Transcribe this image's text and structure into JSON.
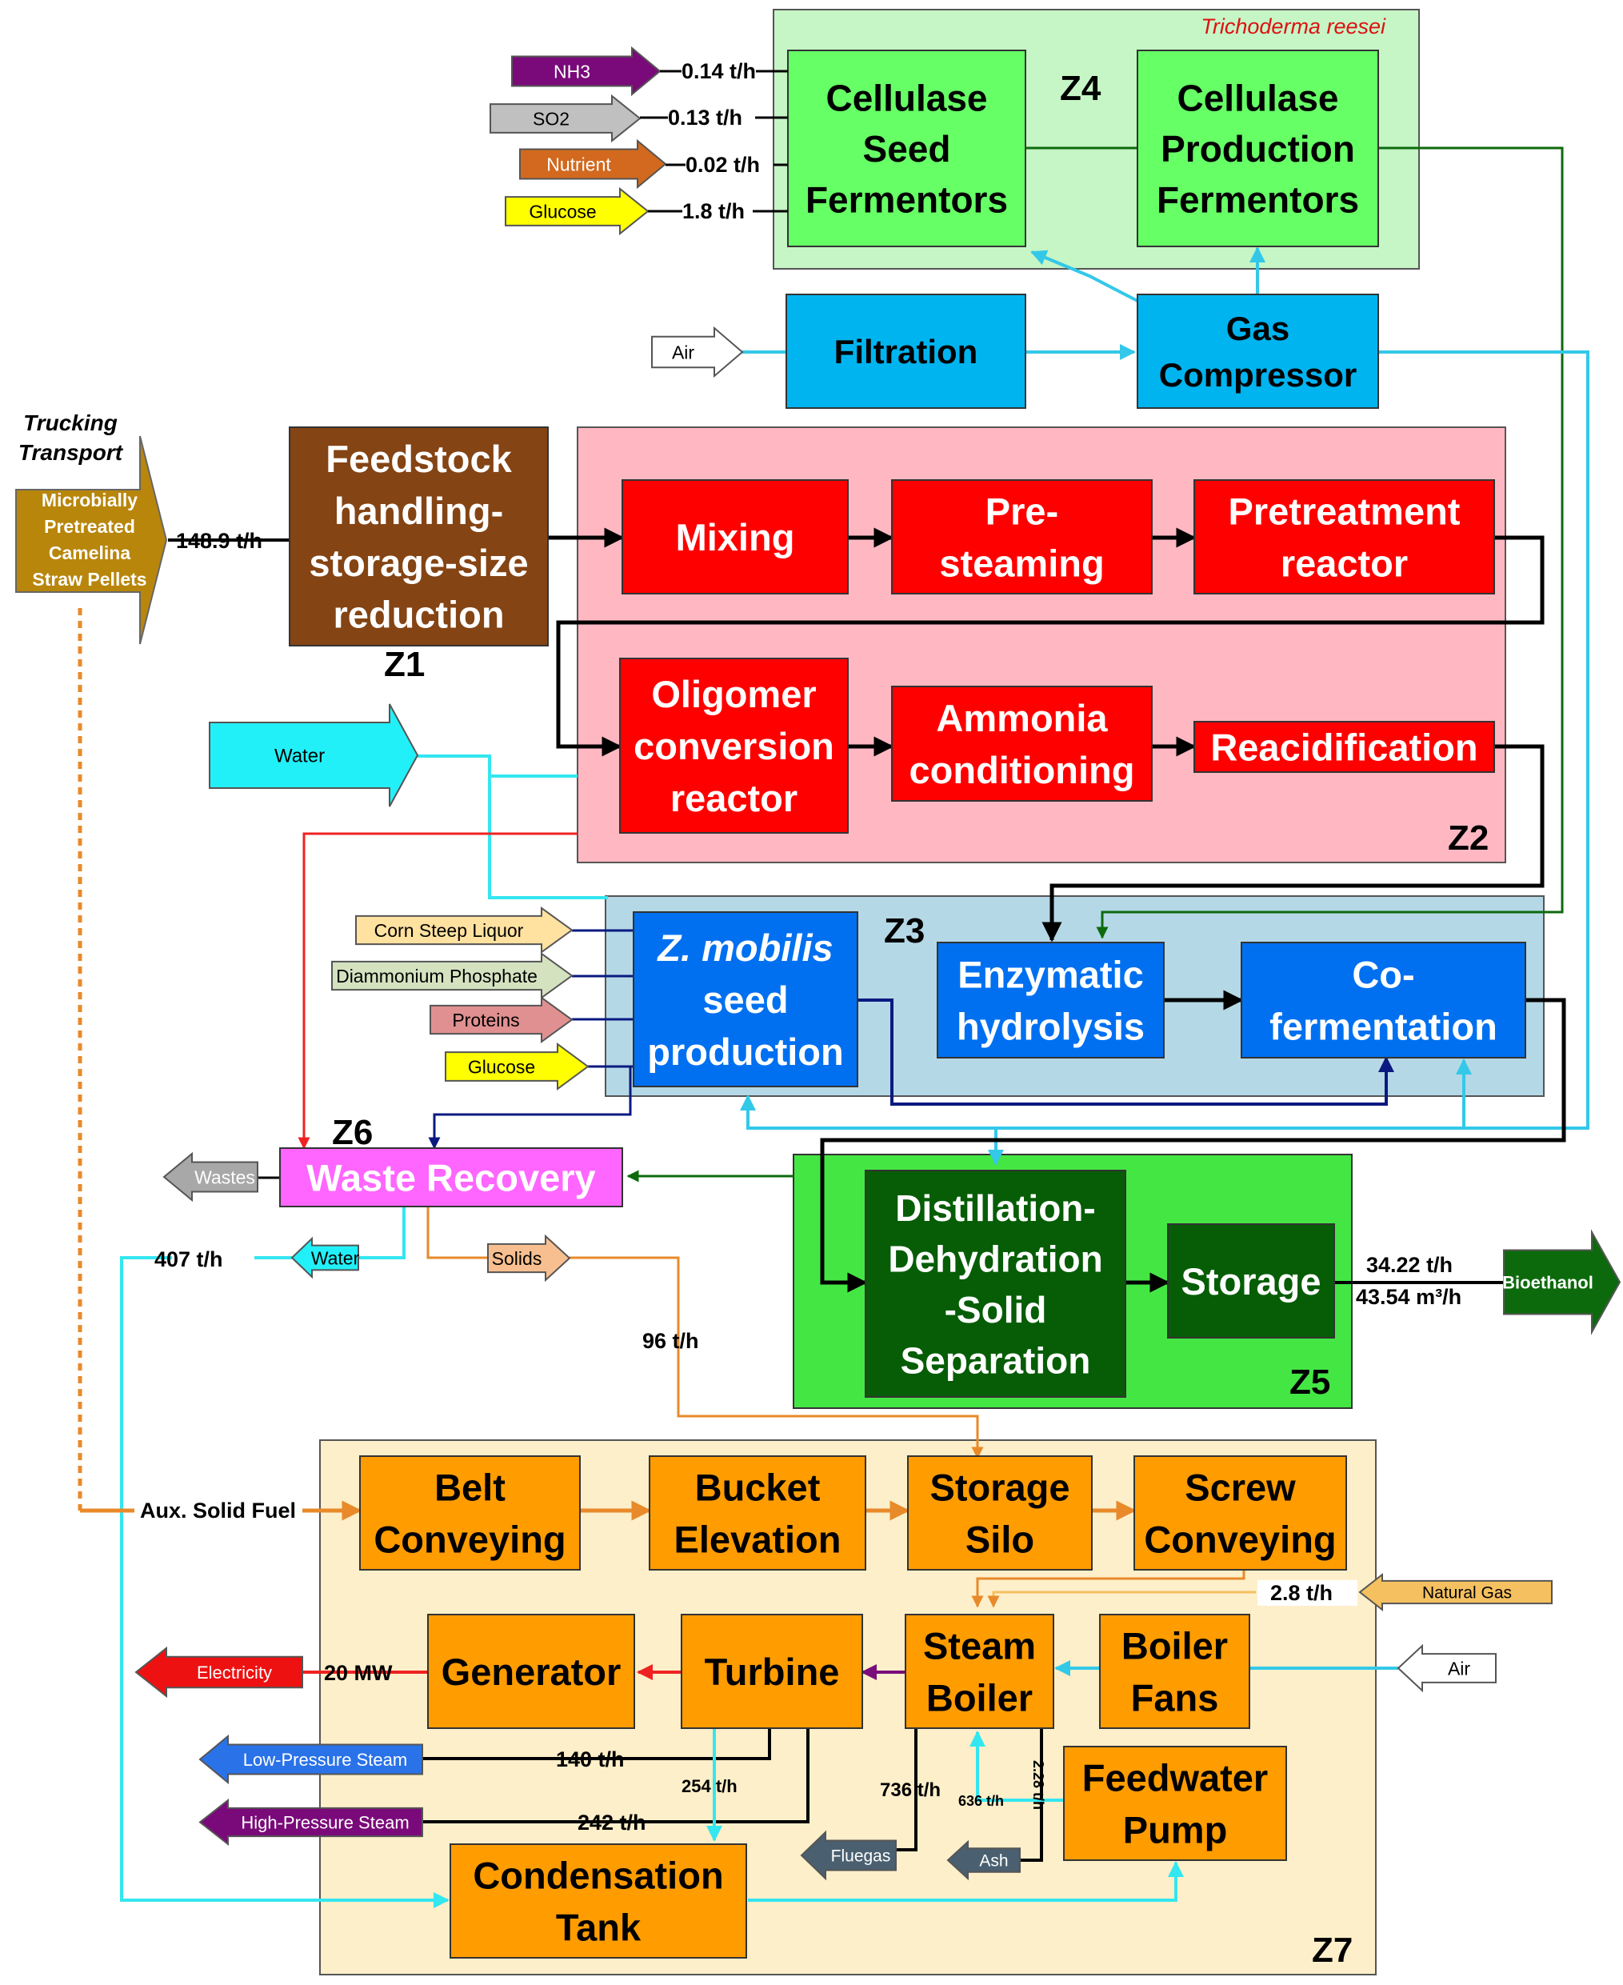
{
  "zones": {
    "z1": "Z1",
    "z2": "Z2",
    "z3": "Z3",
    "z4": "Z4",
    "z5": "Z5",
    "z6": "Z6",
    "z7": "Z7"
  },
  "organisms": {
    "z4": "Trichoderma reesei"
  },
  "boxes": {
    "cellulase_seed": [
      "Cellulase",
      "Seed",
      "Fermentors"
    ],
    "cellulase_prod": [
      "Cellulase",
      "Production",
      "Fermentors"
    ],
    "filtration": [
      "Filtration"
    ],
    "gas_compressor": [
      "Gas",
      "Compressor"
    ],
    "feedstock": [
      "Feedstock",
      "handling-",
      "storage-size",
      "reduction"
    ],
    "mixing": [
      "Mixing"
    ],
    "presteaming": [
      "Pre-",
      "steaming"
    ],
    "pretreatment": [
      "Pretreatment",
      "reactor"
    ],
    "oligomer": [
      "Oligomer",
      "conversion",
      "reactor"
    ],
    "ammonia": [
      "Ammonia",
      "conditioning"
    ],
    "reacidification": [
      "Reacidification"
    ],
    "zmobilis": [
      "Z. mobilis",
      "seed",
      "production"
    ],
    "enzymatic": [
      "Enzymatic",
      "hydrolysis"
    ],
    "cofermentation": [
      "Co-",
      "fermentation"
    ],
    "waste_recovery": [
      "Waste Recovery"
    ],
    "distillation": [
      "Distillation-",
      "Dehydration",
      "-Solid",
      "Separation"
    ],
    "storage": [
      "Storage"
    ],
    "belt": [
      "Belt",
      "Conveying"
    ],
    "bucket": [
      "Bucket",
      "Elevation"
    ],
    "silo": [
      "Storage",
      "Silo"
    ],
    "screw": [
      "Screw",
      "Conveying"
    ],
    "generator": [
      "Generator"
    ],
    "turbine": [
      "Turbine"
    ],
    "boiler": [
      "Steam",
      "Boiler"
    ],
    "fans": [
      "Boiler",
      "Fans"
    ],
    "feedwater": [
      "Feedwater",
      "Pump"
    ],
    "condensation": [
      "Condensation",
      "Tank"
    ]
  },
  "streams": {
    "nh3": "NH3",
    "so2": "SO2",
    "nutrient": "Nutrient",
    "glucose_z4": "Glucose",
    "air_z4": "Air",
    "pellets": [
      "Microbially",
      "Pretreated",
      "Camelina",
      "Straw Pellets"
    ],
    "trucking": [
      "Trucking",
      "Transport"
    ],
    "water_in": "Water",
    "corn_steep": "Corn Steep Liquor",
    "dap": "Diammonium Phosphate",
    "proteins": "Proteins",
    "glucose_z3": "Glucose",
    "wastes": "Wastes",
    "water_out": "Water",
    "solids": "Solids",
    "bioethanol": "Bioethanol",
    "natural_gas": "Natural Gas",
    "air_z7": "Air",
    "electricity": "Electricity",
    "lp_steam": "Low-Pressure Steam",
    "hp_steam": "High-Pressure Steam",
    "fluegas": "Fluegas",
    "ash": "Ash"
  },
  "flows": {
    "nh3": "0.14 t/h",
    "so2": "0.13 t/h",
    "nutrient": "0.02 t/h",
    "glucose": "1.8 t/h",
    "feed": "148.9 t/h",
    "water_recycle": "407 t/h",
    "solids": "96 t/h",
    "ethanol_mass": "34.22 t/h",
    "ethanol_vol": "43.54 m³/h",
    "aux_fuel": "Aux. Solid Fuel",
    "natural_gas": "2.8 t/h",
    "power": "20 MW",
    "lp_steam": "140 t/h",
    "hp_steam": "242 t/h",
    "turbine_cond": "254 t/h",
    "fluegas": "736 t/h",
    "boiler_water": "636 t/h",
    "ash": "2.28 t/h"
  },
  "colors": {
    "z4_bg": "#c6f5c6",
    "z2_bg": "#ffb8c2",
    "z3_bg": "#b5d8e6",
    "z5_bg": "#44e644",
    "z7_bg": "#fdefc9",
    "green_box": "#66ff66",
    "cyan_box": "#00b4ef",
    "red_box": "#ff0000",
    "blue_box": "#0070f0",
    "brown_box": "#844414",
    "magenta_box": "#ff66ff",
    "dark_green_box": "#065d06",
    "orange_box": "#ff9c00"
  }
}
